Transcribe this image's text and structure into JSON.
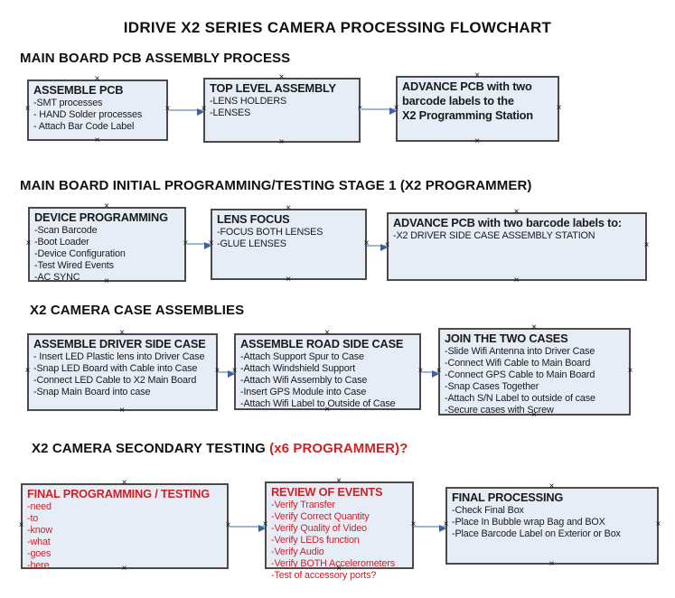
{
  "title": "IDRIVE X2  SERIES CAMERA PROCESSING FLOWCHART",
  "colors": {
    "box_fill": "#e7edf7",
    "box_border": "#4a4a4a",
    "arrow_line": "#a3b6cf",
    "arrow_head": "#3a62a0",
    "accent_red": "#cc2227",
    "text": "#1a1a1a"
  },
  "icons": {
    "connection_handle": "×"
  },
  "sections": [
    {
      "heading": "MAIN BOARD PCB ASSEMBLY PROCESS",
      "boxes": [
        {
          "title": "ASSEMBLE PCB",
          "items": [
            "-SMT processes",
            "- HAND Solder processes",
            "- Attach Bar Code Label"
          ]
        },
        {
          "title": "TOP LEVEL ASSEMBLY",
          "items": [
            "-LENS HOLDERS",
            "-LENSES"
          ]
        },
        {
          "title_lines": [
            "ADVANCE PCB with two",
            "barcode labels to the",
            " X2 Programming Station"
          ],
          "items": []
        }
      ]
    },
    {
      "heading": "MAIN BOARD INITIAL PROGRAMMING/TESTING STAGE 1 (X2 PROGRAMMER)",
      "boxes": [
        {
          "title": "DEVICE PROGRAMMING",
          "items": [
            "-Scan Barcode",
            "-Boot Loader",
            "-Device Configuration",
            "-Test Wired Events",
            "-AC SYNC"
          ]
        },
        {
          "title": "LENS FOCUS",
          "items": [
            "-FOCUS BOTH LENSES",
            "-GLUE LENSES"
          ]
        },
        {
          "title": "ADVANCE PCB with two barcode labels to:",
          "items": [
            "-X2 DRIVER  SIDE  CASE  ASSEMBLY STATION"
          ]
        }
      ]
    },
    {
      "heading": "X2 CAMERA CASE ASSEMBLIES",
      "boxes": [
        {
          "title": "ASSEMBLE DRIVER SIDE CASE",
          "items": [
            "- Insert LED Plastic lens into Driver Case",
            "-Snap LED Board with Cable into Case",
            "-Connect LED Cable to X2 Main Board",
            "-Snap Main Board into case"
          ]
        },
        {
          "title": "ASSEMBLE ROAD SIDE CASE",
          "items": [
            "-Attach Support Spur to Case",
            "-Attach Windshield Support",
            "-Attach Wifi Assembly to Case",
            "-Insert GPS Module into Case",
            "-Attach Wifi Label to Outside of Case"
          ]
        },
        {
          "title": "JOIN THE TWO CASES",
          "items": [
            "-Slide Wifi Antenna into Driver Case",
            "-Connect Wifi Cable to Main Board",
            "-Connect GPS Cable to Main Board",
            "-Snap Cases Together",
            "-Attach S/N Label to outside of case",
            "-Secure cases with Screw"
          ]
        }
      ]
    },
    {
      "heading": "X2 CAMERA SECONDARY TESTING",
      "heading_accent": " (x6 PROGRAMMER)?",
      "boxes": [
        {
          "title": "FINAL PROGRAMMING / TESTING",
          "items": [
            "-need",
            "-to",
            "-know",
            "-what",
            "-goes",
            "-here"
          ]
        },
        {
          "title": "REVIEW OF EVENTS",
          "items": [
            "-Verify Transfer",
            "-Verify Correct Quantity",
            "-Verify Quality of Video",
            "-Verify LEDs function",
            "-Verify Audio",
            "-Verify BOTH Accelerometers",
            "-Test of accessory ports?"
          ]
        },
        {
          "title": "FINAL PROCESSING",
          "items": [
            " -Check Final Box",
            "-Place In Bubble wrap Bag and BOX",
            "-Place Barcode Label on Exterior or Box"
          ]
        }
      ]
    }
  ]
}
